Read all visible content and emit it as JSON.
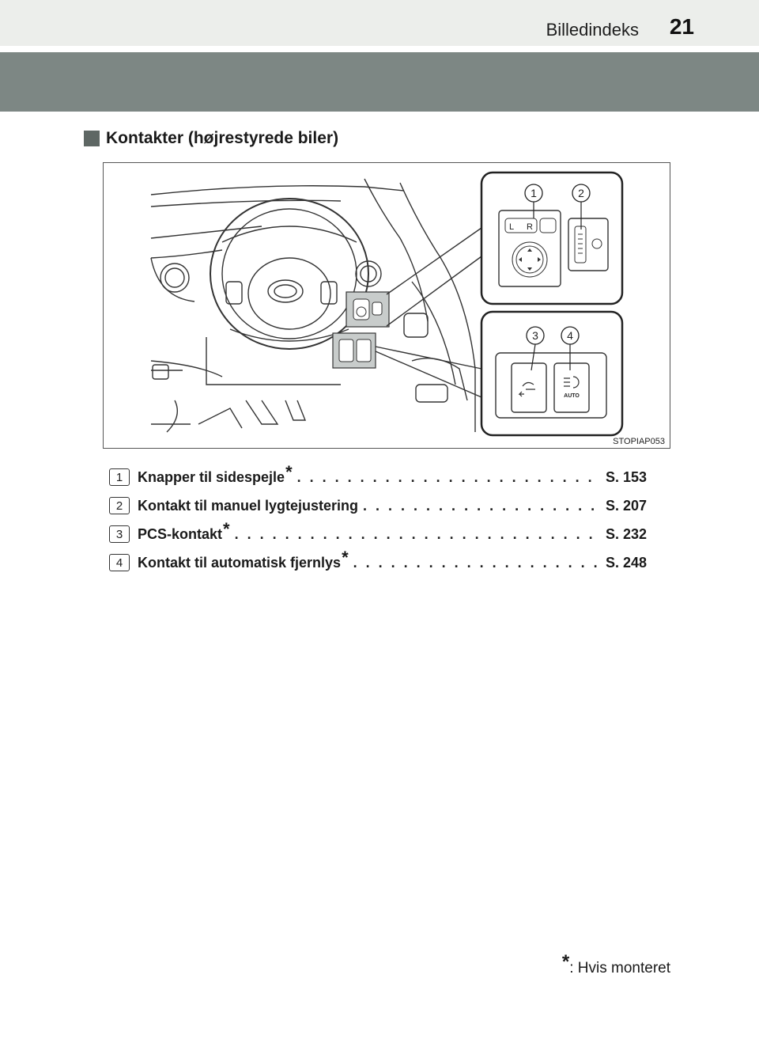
{
  "header": {
    "title": "Billedindeks",
    "page_number": "21"
  },
  "section": {
    "title": "Kontakter (højrestyrede biler)"
  },
  "figure": {
    "code": "STOPIAP053",
    "callouts": [
      "1",
      "2",
      "3",
      "4"
    ],
    "mirror_switch_labels": {
      "left": "L",
      "right": "R"
    },
    "headlight_auto_label": "AUTO"
  },
  "items": [
    {
      "number": "1",
      "label": "Knapper til sidespejle",
      "starred": true,
      "dots": ". . . . . . . . . . . . . . . . . . . . . . . . . . . . . . . . . . . . . . . . .",
      "ref": "S. 153"
    },
    {
      "number": "2",
      "label": "Kontakt til manuel lygtejustering",
      "starred": false,
      "dots": ". . . . . . . . . . . . . . . . . . . . . . . . . . . . . . . . . . . . . . . . .",
      "ref": "S. 207"
    },
    {
      "number": "3",
      "label": "PCS-kontakt",
      "starred": true,
      "dots": ". . . . . . . . . . . . . . . . . . . . . . . . . . . . . . . . . . . . . . . . . . . . . . . . . . . . .",
      "ref": "S. 232"
    },
    {
      "number": "4",
      "label": "Kontakt til automatisk fjernlys",
      "starred": true,
      "dots": ". . . . . . . . . . . . . . . . . . . . . . . . . . . . . . . . . . . . . . . . .",
      "ref": "S. 248"
    }
  ],
  "footnote": {
    "star": "*",
    "text": ": Hvis monteret"
  }
}
